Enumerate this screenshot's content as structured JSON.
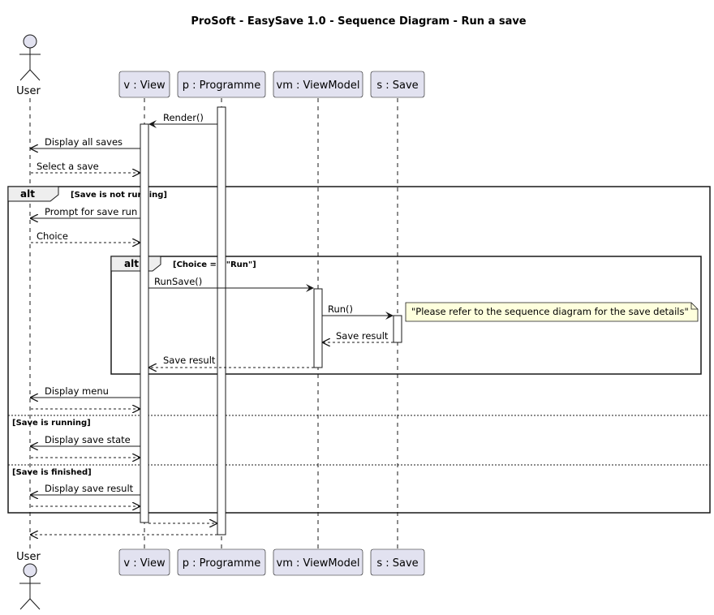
{
  "title": "ProSoft - EasySave 1.0 - Sequence Diagram - Run a save",
  "colors": {
    "participant_fill": "#E2E2F0",
    "participant_border": "#181818",
    "note_fill": "#FEFFDD",
    "frame_tag_fill": "#EEEEEE",
    "lifeline": "#181818"
  },
  "participants": {
    "user": "User",
    "view": "v : View",
    "programme": "p : Programme",
    "viewmodel": "vm : ViewModel",
    "save": "s : Save"
  },
  "messages": {
    "render": "Render()",
    "display_all_saves": "Display all saves",
    "select_save": "Select a save",
    "prompt_save_run": "Prompt for save run",
    "choice": "Choice",
    "run_save": "RunSave()",
    "run": "Run()",
    "save_result_1": "Save result",
    "save_result_2": "Save result",
    "display_menu": "Display menu",
    "display_save_state": "Display save state",
    "display_save_result": "Display save result"
  },
  "frames": {
    "outer_tag": "alt",
    "outer_guard": "[Save is not running]",
    "inner_tag": "alt",
    "inner_guard": "[Choice == \"Run\"]",
    "else_guard_1": "[Save is running]",
    "else_guard_2": "[Save is finished]"
  },
  "note": "\"Please refer to the sequence diagram for the save details\""
}
